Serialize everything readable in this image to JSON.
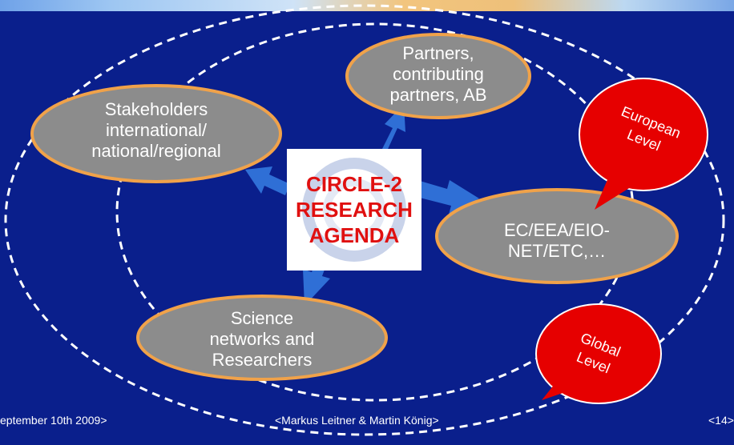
{
  "slide": {
    "center": {
      "line1": "CIRCLE-2",
      "line2": "RESEARCH",
      "line3": "AGENDA"
    },
    "nodes": {
      "partners": {
        "line1": "Partners,",
        "line2": "contributing",
        "line3": "partners, AB"
      },
      "stakeholders": {
        "line1": "Stakeholders",
        "line2": "international/",
        "line3": "national/regional"
      },
      "ec": {
        "line1": "EC/EEA/EIO-",
        "line2": "NET/ETC,…"
      },
      "science": {
        "line1": "Science",
        "line2": "networks and",
        "line3": "Researchers"
      }
    },
    "levels": {
      "european": {
        "line1": "European",
        "line2": "Level"
      },
      "global": {
        "line1": "Global",
        "line2": "Level"
      }
    },
    "footer": {
      "date": "eptember 10th 2009>",
      "authors": "<Markus Leitner & Martin König>",
      "page": "<14>"
    },
    "colors": {
      "background": "#0a1f8c",
      "node_fill": "#8c8c8c",
      "node_outline": "#f0a24a",
      "callout_fill": "#e60000",
      "arrow": "#2f6fd6",
      "center_text": "#e01010"
    }
  }
}
